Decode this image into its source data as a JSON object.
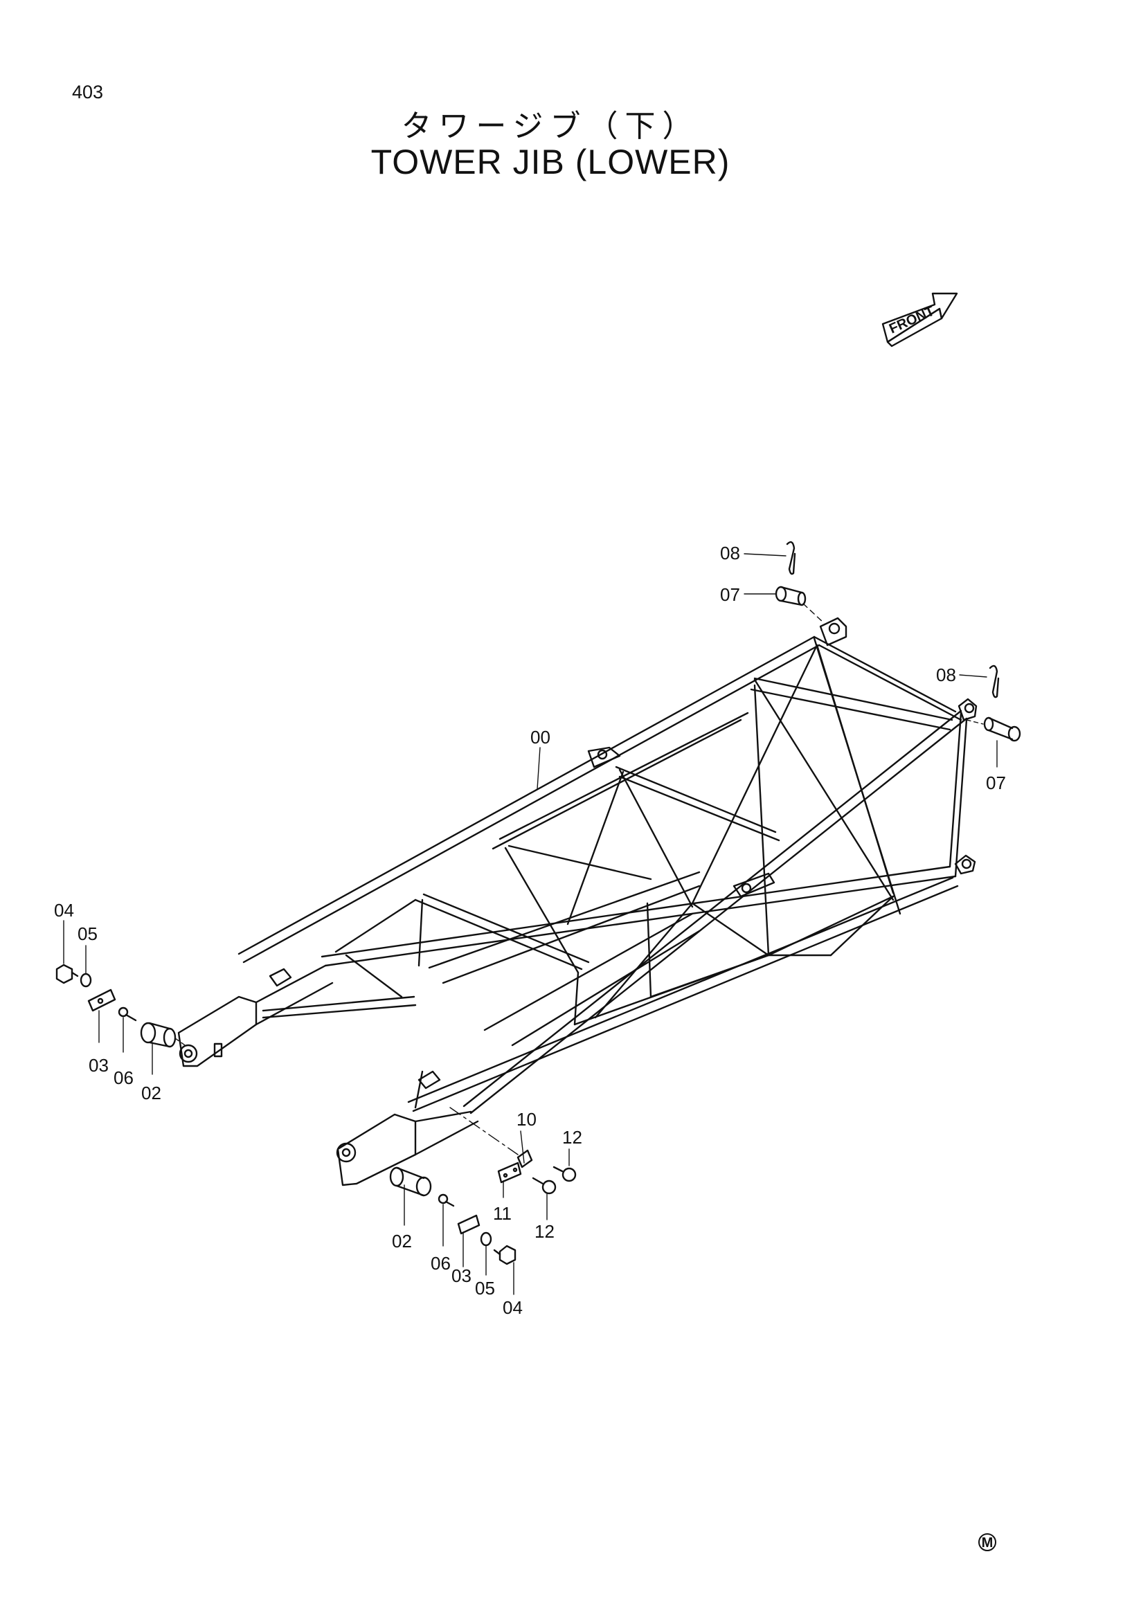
{
  "page_number": "403",
  "title_jp": "タワージブ（下）",
  "title_en": "TOWER JIB (LOWER)",
  "front_label": "FRONT",
  "mark_symbol": "M",
  "callouts": {
    "c08_top": "08",
    "c07_top": "07",
    "c08_right": "08",
    "c07_right": "07",
    "c00": "00",
    "c04_left": "04",
    "c05_left": "05",
    "c03_left": "03",
    "c06_left": "06",
    "c02_left": "02",
    "c10": "10",
    "c12_top": "12",
    "c11": "11",
    "c12_bottom": "12",
    "c02_bottom": "02",
    "c06_bottom": "06",
    "c03_bottom": "03",
    "c05_bottom": "05",
    "c04_bottom": "04"
  }
}
